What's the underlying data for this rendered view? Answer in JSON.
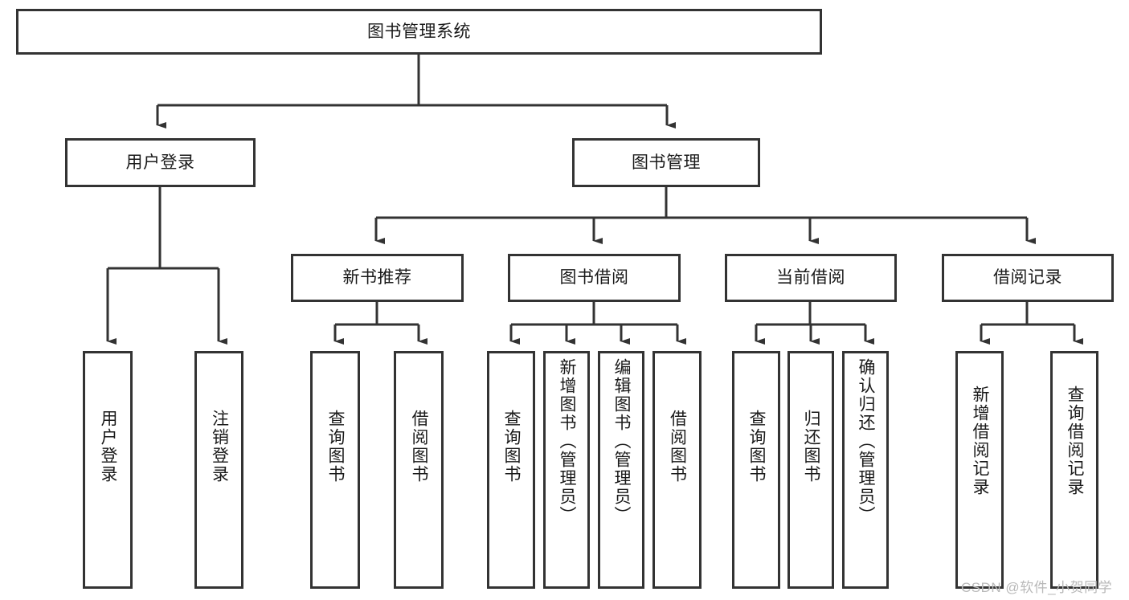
{
  "diagram": {
    "type": "tree",
    "title": "图书管理系统",
    "root": {
      "id": "root",
      "label": "图书管理系统"
    },
    "level2": [
      {
        "id": "user-login",
        "label": "用户登录"
      },
      {
        "id": "book-manage",
        "label": "图书管理"
      }
    ],
    "level3": [
      {
        "id": "new-book-recommend",
        "label": "新书推荐",
        "parent": "book-manage"
      },
      {
        "id": "book-borrow",
        "label": "图书借阅",
        "parent": "book-manage"
      },
      {
        "id": "current-borrow",
        "label": "当前借阅",
        "parent": "book-manage"
      },
      {
        "id": "borrow-record",
        "label": "借阅记录",
        "parent": "book-manage"
      }
    ],
    "leaves": [
      {
        "id": "leaf-user-login",
        "label": "用户登录",
        "parent": "user-login"
      },
      {
        "id": "leaf-user-logout",
        "label": "注销登录",
        "parent": "user-login"
      },
      {
        "id": "leaf-query-book-1",
        "label": "查询图书",
        "parent": "new-book-recommend"
      },
      {
        "id": "leaf-borrow-book-1",
        "label": "借阅图书",
        "parent": "new-book-recommend"
      },
      {
        "id": "leaf-query-book-2",
        "label": "查询图书",
        "parent": "book-borrow"
      },
      {
        "id": "leaf-add-book",
        "label": "新增图书（管理员）",
        "parent": "book-borrow"
      },
      {
        "id": "leaf-edit-book",
        "label": "编辑图书（管理员）",
        "parent": "book-borrow"
      },
      {
        "id": "leaf-borrow-book-2",
        "label": "借阅图书",
        "parent": "book-borrow"
      },
      {
        "id": "leaf-query-book-3",
        "label": "查询图书",
        "parent": "current-borrow"
      },
      {
        "id": "leaf-return-book",
        "label": "归还图书",
        "parent": "current-borrow"
      },
      {
        "id": "leaf-confirm-return",
        "label": "确认归还（管理员）",
        "parent": "current-borrow"
      },
      {
        "id": "leaf-add-record",
        "label": "新增借阅记录",
        "parent": "borrow-record"
      },
      {
        "id": "leaf-query-record",
        "label": "查询借阅记录",
        "parent": "borrow-record"
      }
    ],
    "colors": {
      "stroke": "#333333",
      "fill": "#ffffff",
      "text": "#1a1a1a",
      "watermark": "#b9b9b9"
    }
  },
  "watermark": {
    "text": "CSDN @软件_小贺同学"
  }
}
